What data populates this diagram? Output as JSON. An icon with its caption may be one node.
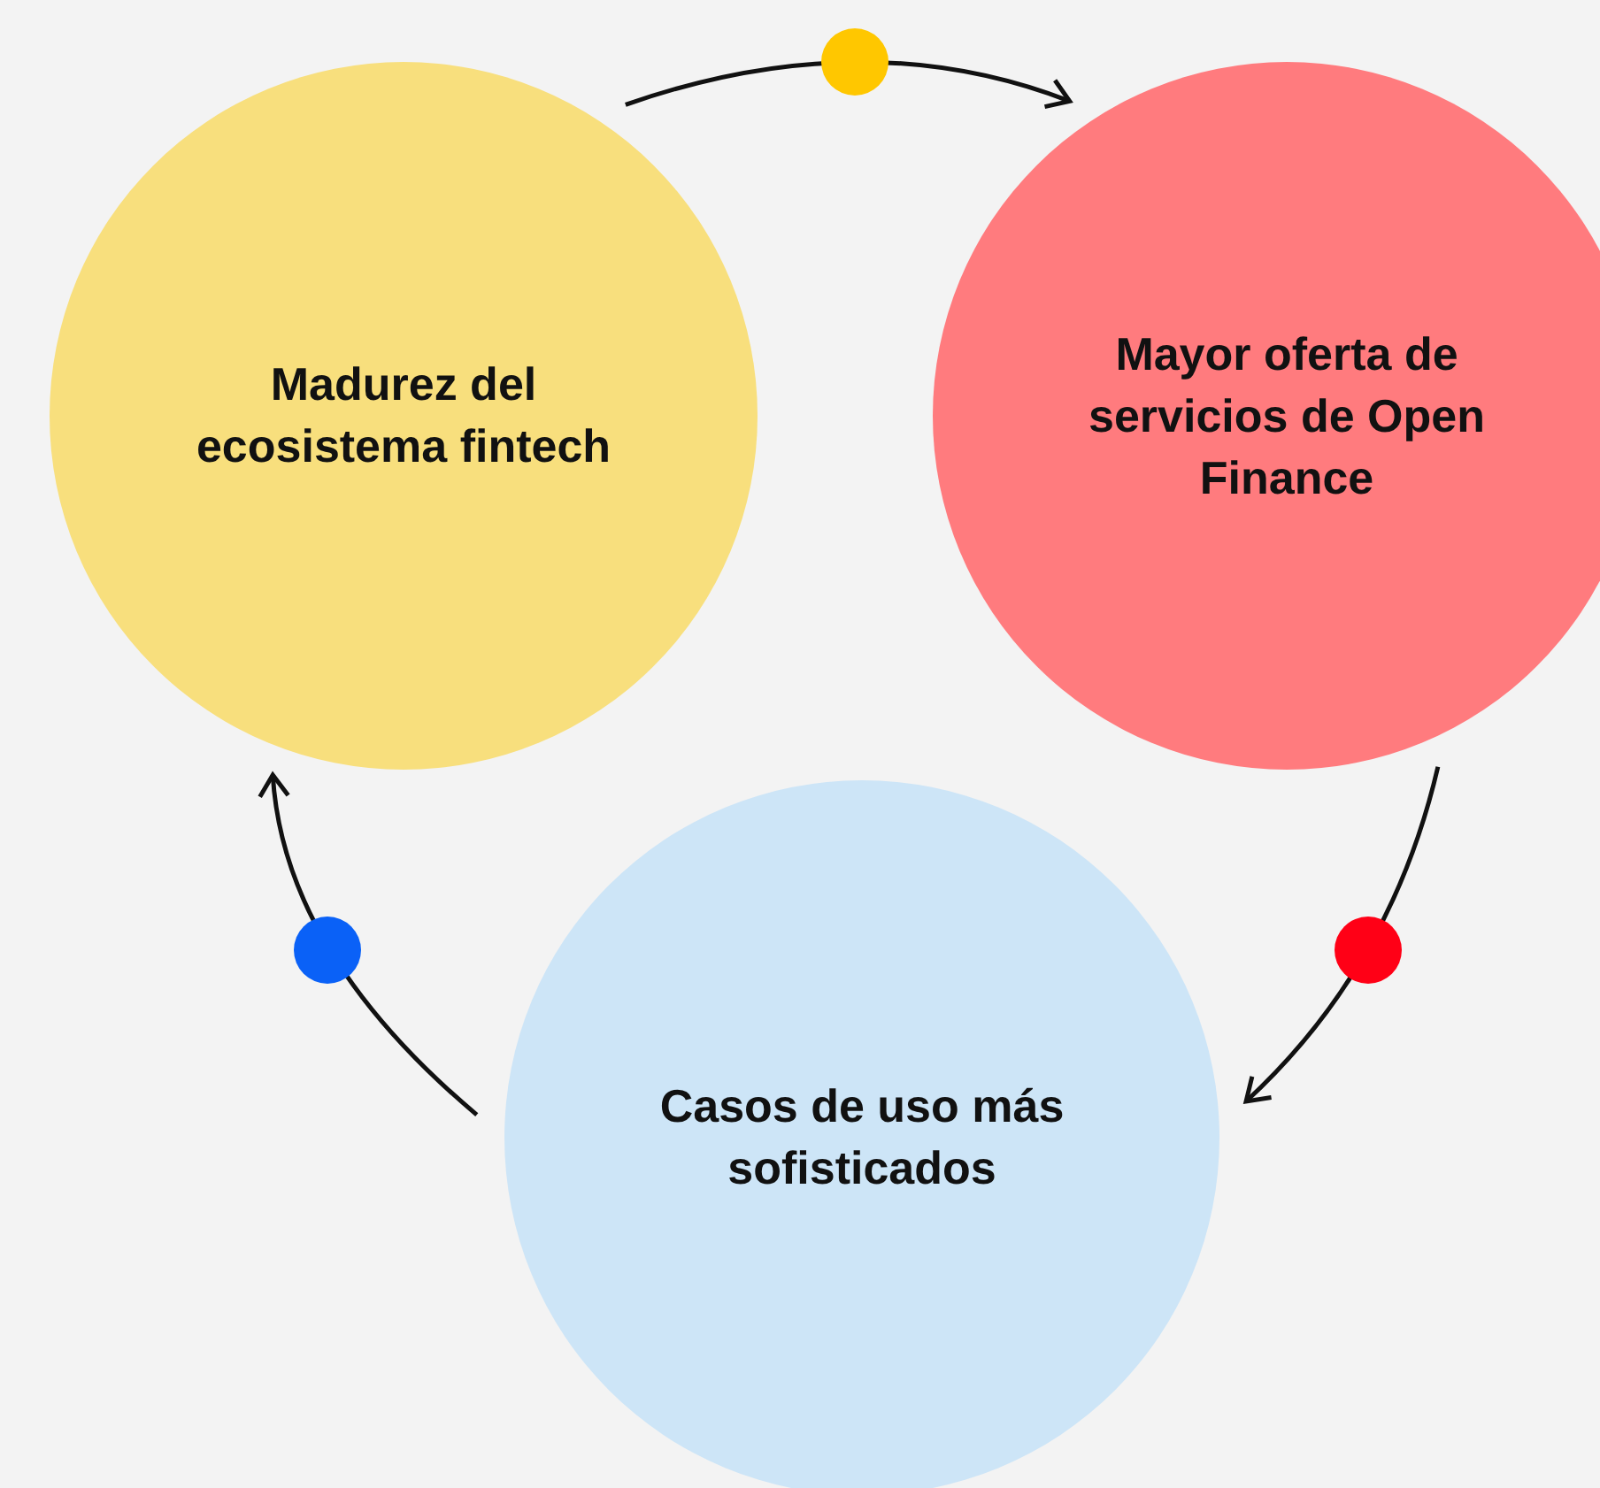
{
  "diagram": {
    "nodes": [
      {
        "text": [
          "Madurez del ecosistema fintech"
        ]
      },
      {
        "text": [
          "Mayor oferta de servicios de Open Finance"
        ]
      },
      {
        "text": [
          "Casos de uso más sofisticados"
        ]
      }
    ],
    "edges": [
      {
        "from": 0,
        "to": 1,
        "arrow": "to"
      },
      {
        "from": 1,
        "to": 2,
        "arrow": "to"
      },
      {
        "from": 2,
        "to": 0,
        "arrow": "to"
      }
    ]
  }
}
